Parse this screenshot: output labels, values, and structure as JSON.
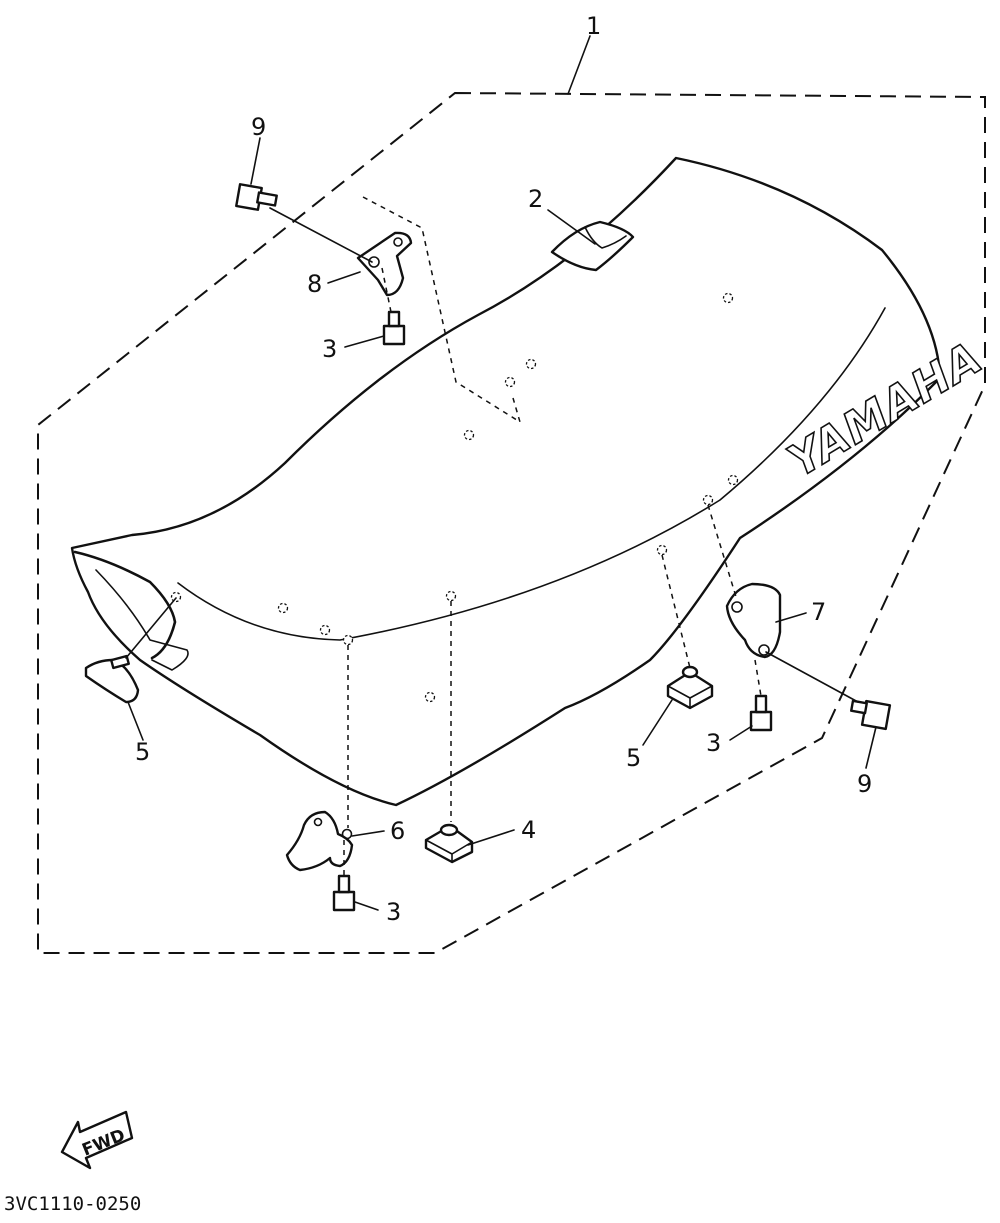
{
  "diagram": {
    "callouts": {
      "part_1": "1",
      "part_2": "2",
      "part_3_upper": "3",
      "part_3_right": "3",
      "part_3_lower": "3",
      "part_4": "4",
      "part_5_left": "5",
      "part_5_right": "5",
      "part_6": "6",
      "part_7": "7",
      "part_8": "8",
      "part_9_upper": "9",
      "part_9_right": "9"
    },
    "brand_text": "YAMAHA",
    "direction_label": "FWD",
    "reference_code": "3VC1110-0250"
  }
}
